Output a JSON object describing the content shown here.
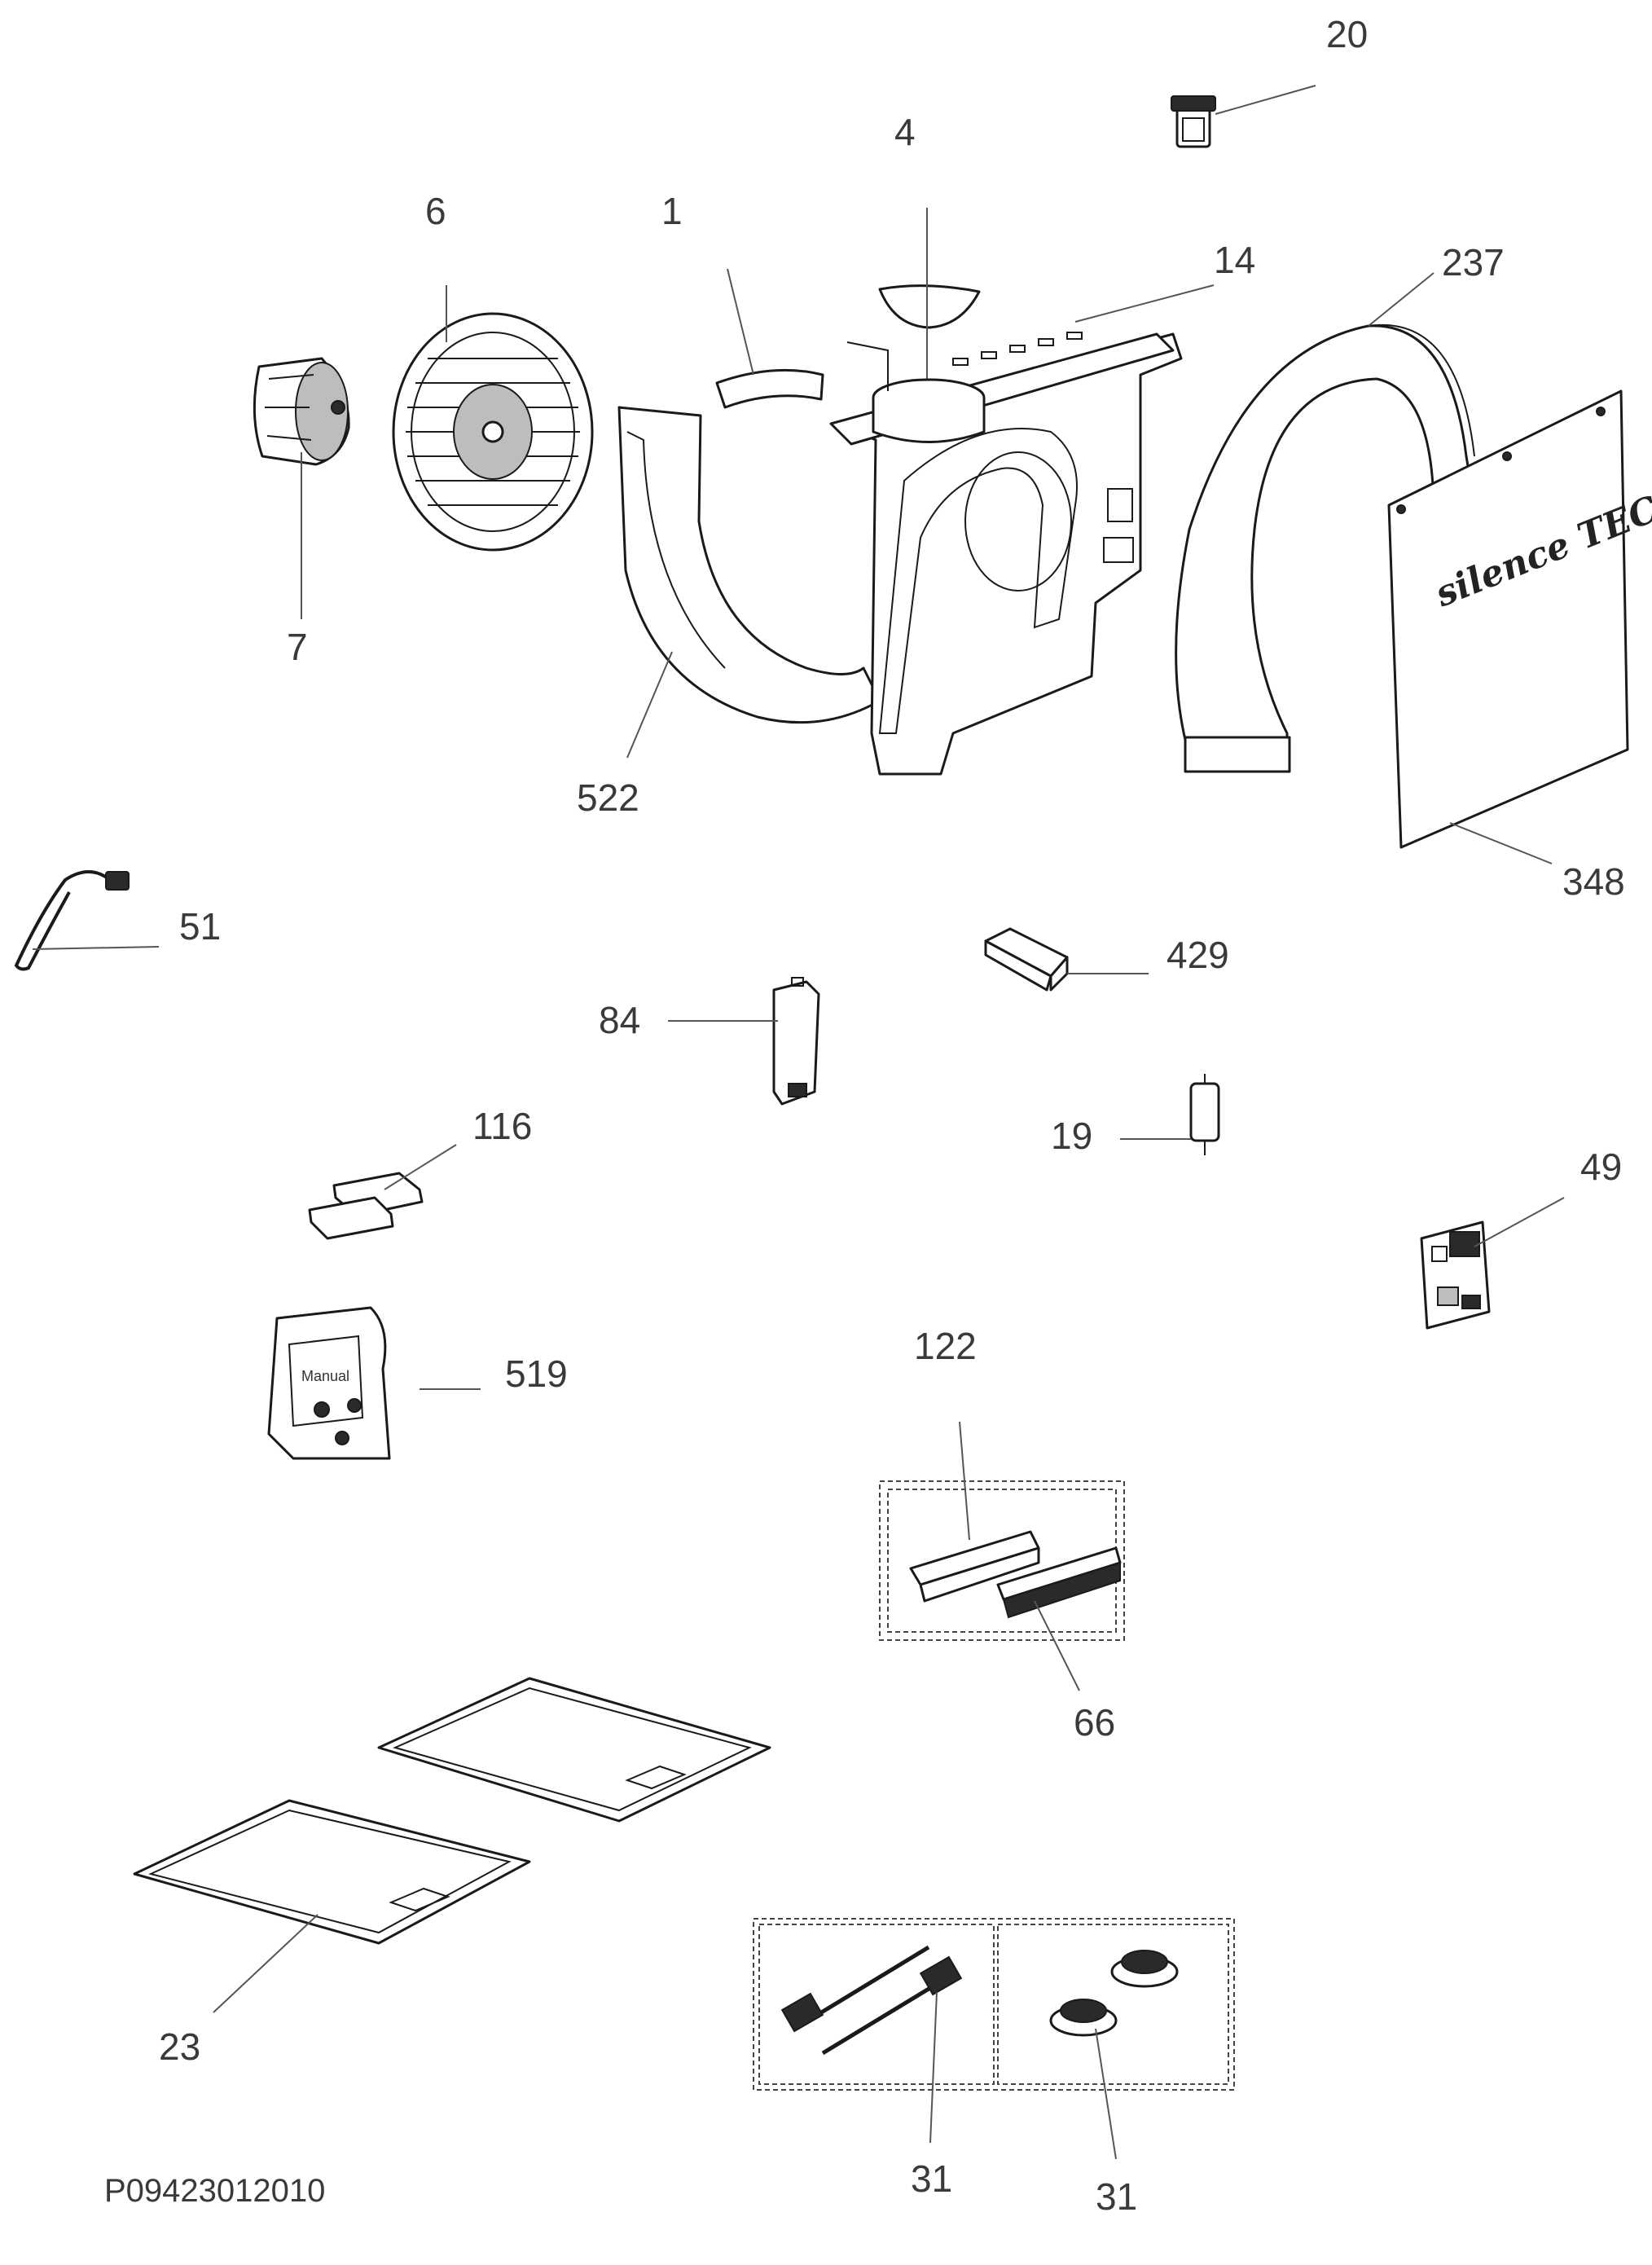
{
  "drawing_code": "P09423012010",
  "brand_text": "silence TECH",
  "manual_text": "Manual",
  "callouts": {
    "p20": "20",
    "p4": "4",
    "p6": "6",
    "p1": "1",
    "p14": "14",
    "p237": "237",
    "p7": "7",
    "p522": "522",
    "p348": "348",
    "p51": "51",
    "p429": "429",
    "p84": "84",
    "p116": "116",
    "p19": "19",
    "p49": "49",
    "p519": "519",
    "p122": "122",
    "p66": "66",
    "p23": "23",
    "p31a": "31",
    "p31b": "31"
  }
}
